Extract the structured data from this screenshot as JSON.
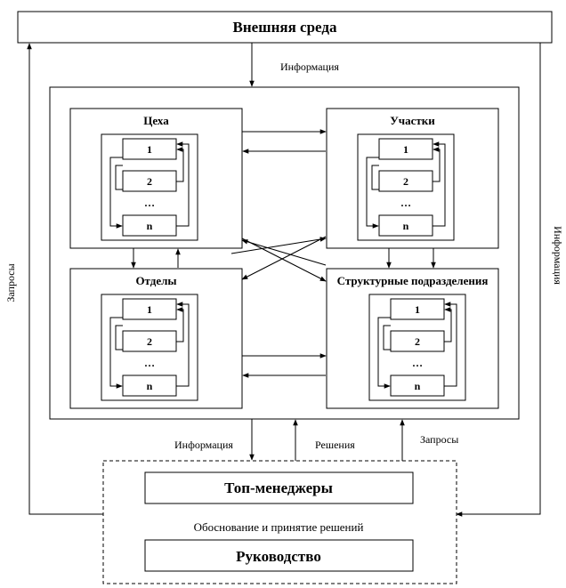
{
  "external": {
    "title": "Внешняя среда"
  },
  "flows": {
    "info_top": "Информация",
    "requests_left": "Запросы",
    "info_right": "Информация",
    "info_bottom": "Информация",
    "decisions": "Решения",
    "requests_bottom": "Запросы"
  },
  "units": [
    {
      "title": "Цеха",
      "items": [
        "1",
        "2",
        "…",
        "n"
      ]
    },
    {
      "title": "Участки",
      "items": [
        "1",
        "2",
        "…",
        "n"
      ]
    },
    {
      "title": "Отделы",
      "items": [
        "1",
        "2",
        "…",
        "n"
      ]
    },
    {
      "title": "Структурные подразделения",
      "items": [
        "1",
        "2",
        "…",
        "n"
      ]
    }
  ],
  "management": {
    "top_managers": "Топ-менеджеры",
    "decision_process": "Обоснование и принятие решений",
    "leadership": "Руководство"
  }
}
